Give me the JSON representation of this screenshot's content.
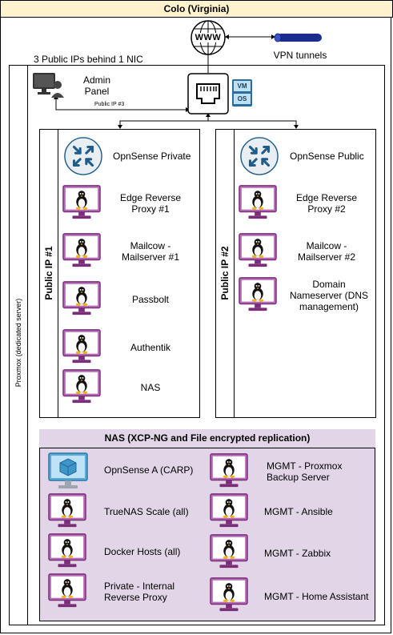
{
  "title": "Colo (Virginia)",
  "internet": {
    "label": "WWW",
    "vpn_label": "VPN tunnels"
  },
  "public_ips_note": "3 Public IPs behind 1 NIC",
  "admin": {
    "label": "Admin\nPanel",
    "link_label": "Public IP #3"
  },
  "switch": {
    "vm_label": "VM",
    "os_label": "OS"
  },
  "proxmox_label": "Proxmox (dedicated server)",
  "panel_left": {
    "strip_label": "Public IP #1",
    "items": [
      "OpnSense Private",
      "Edge Reverse\nProxy #1",
      "Mailcow -\nMailserver #1",
      "Passbolt",
      "Authentik",
      "NAS"
    ]
  },
  "panel_right": {
    "strip_label": "Public IP #2",
    "items": [
      "OpnSense Public",
      "Edge Reverse\nProxy #2",
      "Mailcow -\nMailserver #2",
      "Domain\nNameserver (DNS\nmanagement)"
    ]
  },
  "nas": {
    "title": "NAS (XCP-NG and File encrypted replication)",
    "left_items": [
      "OpnSense A (CARP)",
      "TrueNAS Scale (all)",
      "Docker Hosts (all)",
      "Private - Internal\nReverse Proxy"
    ],
    "right_items": [
      "MGMT - Proxmox\nBackup Server",
      "MGMT - Ansible",
      "MGMT - Zabbix",
      "MGMT - Home Assistant"
    ]
  },
  "colors": {
    "title_bg": "#fff2cc",
    "nas_bg": "#e1d5e7",
    "monitor": "#9a3a9a",
    "router": "#1f5c8a",
    "vpn": "#1a2c8c"
  }
}
